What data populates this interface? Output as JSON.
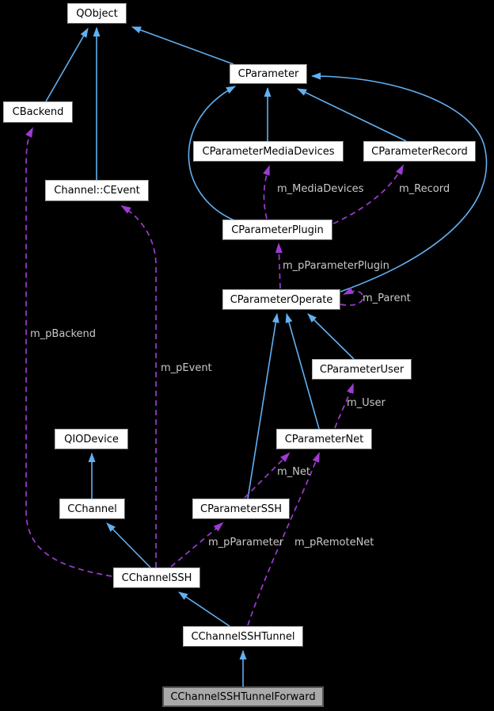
{
  "diagram": {
    "kind": "class-collaboration-graph",
    "focus_class": "CChannelSSHTunnelForward",
    "colors": {
      "background": "#000000",
      "inheritance_edge": "#62b0f2",
      "usage_edge": "#9d3bd2",
      "node_fill": "#ffffff",
      "node_border": "#9e9e9e",
      "node_text": "#000000",
      "highlight_node_fill": "#a9a9a9",
      "edge_label_text": "#c9c9c9"
    },
    "nodes": [
      {
        "id": "qobject",
        "label": "QObject",
        "highlighted": false
      },
      {
        "id": "cbackend",
        "label": "CBackend",
        "highlighted": false
      },
      {
        "id": "cparameter",
        "label": "CParameter",
        "highlighted": false
      },
      {
        "id": "cparametermediadevices",
        "label": "CParameterMediaDevices",
        "highlighted": false
      },
      {
        "id": "cparameterrecord",
        "label": "CParameterRecord",
        "highlighted": false
      },
      {
        "id": "channelcevent",
        "label": "Channel::CEvent",
        "highlighted": false
      },
      {
        "id": "cparameterplugin",
        "label": "CParameterPlugin",
        "highlighted": false
      },
      {
        "id": "cparameteroperate",
        "label": "CParameterOperate",
        "highlighted": false
      },
      {
        "id": "cparameteruser",
        "label": "CParameterUser",
        "highlighted": false
      },
      {
        "id": "qiodevice",
        "label": "QIODevice",
        "highlighted": false
      },
      {
        "id": "cparameternet",
        "label": "CParameterNet",
        "highlighted": false
      },
      {
        "id": "cchannel",
        "label": "CChannel",
        "highlighted": false
      },
      {
        "id": "cparameterssh",
        "label": "CParameterSSH",
        "highlighted": false
      },
      {
        "id": "cchannelssh",
        "label": "CChannelSSH",
        "highlighted": false
      },
      {
        "id": "cchannelsshtunnel",
        "label": "CChannelSSHTunnel",
        "highlighted": false
      },
      {
        "id": "cchannelsshtunnelforward",
        "label": "CChannelSSHTunnelForward",
        "highlighted": true
      }
    ],
    "edges": [
      {
        "from": "CBackend",
        "to": "QObject",
        "type": "inheritance",
        "label": ""
      },
      {
        "from": "Channel::CEvent",
        "to": "QObject",
        "type": "inheritance",
        "label": ""
      },
      {
        "from": "CParameter",
        "to": "QObject",
        "type": "inheritance",
        "label": ""
      },
      {
        "from": "CParameterMediaDevices",
        "to": "CParameter",
        "type": "inheritance",
        "label": ""
      },
      {
        "from": "CParameterRecord",
        "to": "CParameter",
        "type": "inheritance",
        "label": ""
      },
      {
        "from": "CParameterPlugin",
        "to": "CParameter",
        "type": "inheritance",
        "label": ""
      },
      {
        "from": "CParameterOperate",
        "to": "CParameter",
        "type": "inheritance",
        "label": ""
      },
      {
        "from": "CChannel",
        "to": "QIODevice",
        "type": "inheritance",
        "label": ""
      },
      {
        "from": "CChannelSSH",
        "to": "CChannel",
        "type": "inheritance",
        "label": ""
      },
      {
        "from": "CChannelSSHTunnel",
        "to": "CChannelSSH",
        "type": "inheritance",
        "label": ""
      },
      {
        "from": "CChannelSSHTunnelForward",
        "to": "CChannelSSHTunnel",
        "type": "inheritance",
        "label": ""
      },
      {
        "from": "CParameterSSH",
        "to": "CParameterOperate",
        "type": "inheritance",
        "label": ""
      },
      {
        "from": "CParameterNet",
        "to": "CParameterOperate",
        "type": "inheritance",
        "label": ""
      },
      {
        "from": "CParameterUser",
        "to": "CParameterOperate",
        "type": "inheritance",
        "label": ""
      },
      {
        "from": "CChannelSSH",
        "to": "CBackend",
        "type": "usage",
        "label": "m_pBackend"
      },
      {
        "from": "CChannelSSH",
        "to": "Channel::CEvent",
        "type": "usage",
        "label": "m_pEvent"
      },
      {
        "from": "CChannelSSH",
        "to": "CParameterSSH",
        "type": "usage",
        "label": "m_pParameter"
      },
      {
        "from": "CChannelSSHTunnel",
        "to": "CParameterNet",
        "type": "usage",
        "label": "m_pRemoteNet"
      },
      {
        "from": "CParameterSSH",
        "to": "CParameterNet",
        "type": "usage",
        "label": "m_Net"
      },
      {
        "from": "CParameterNet",
        "to": "CParameterUser",
        "type": "usage",
        "label": "m_User"
      },
      {
        "from": "CParameterOperate",
        "to": "CParameterPlugin",
        "type": "usage",
        "label": "m_pParameterPlugin"
      },
      {
        "from": "CParameterPlugin",
        "to": "CParameterMediaDevices",
        "type": "usage",
        "label": "m_MediaDevices"
      },
      {
        "from": "CParameterPlugin",
        "to": "CParameterRecord",
        "type": "usage",
        "label": "m_Record"
      },
      {
        "from": "CParameterOperate",
        "to": "CParameterOperate",
        "type": "usage",
        "label": "m_Parent"
      }
    ]
  }
}
